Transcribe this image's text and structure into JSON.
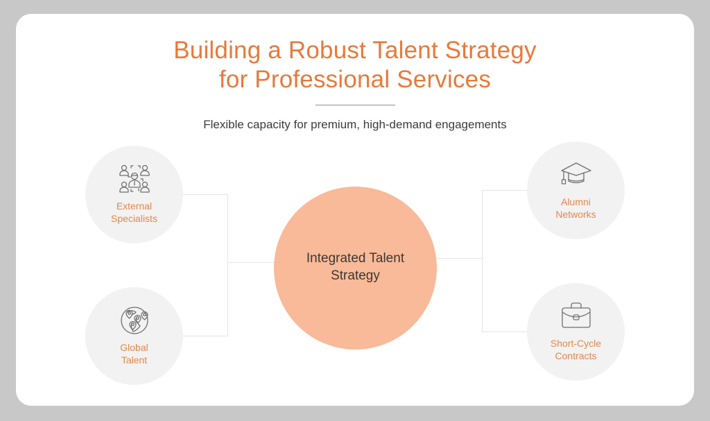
{
  "header": {
    "title_line1": "Building a Robust Talent Strategy",
    "title_line2": "for Professional Services",
    "subtitle": "Flexible capacity for premium, high-demand engagements"
  },
  "center": {
    "label_line1": "Integrated Talent",
    "label_line2": "Strategy"
  },
  "nodes": [
    {
      "id": "external-specialists",
      "icon": "team-network-icon",
      "label_line1": "External",
      "label_line2": "Specialists",
      "side": "left"
    },
    {
      "id": "global-talent",
      "icon": "globe-location-pins-icon",
      "label_line1": "Global",
      "label_line2": "Talent",
      "side": "left"
    },
    {
      "id": "alumni-networks",
      "icon": "graduation-cap-icon",
      "label_line1": "Alumni",
      "label_line2": "Networks",
      "side": "right"
    },
    {
      "id": "short-cycle-contracts",
      "icon": "briefcase-icon",
      "label_line1": "Short-Cycle",
      "label_line2": "Contracts",
      "side": "right"
    }
  ],
  "colors": {
    "title": "#e8793a",
    "node_label": "#e5864a",
    "center_fill": "#f8ba98",
    "node_fill": "#f2f2f2",
    "connector": "#e4e4e4",
    "frame": "#c8c8c8"
  }
}
